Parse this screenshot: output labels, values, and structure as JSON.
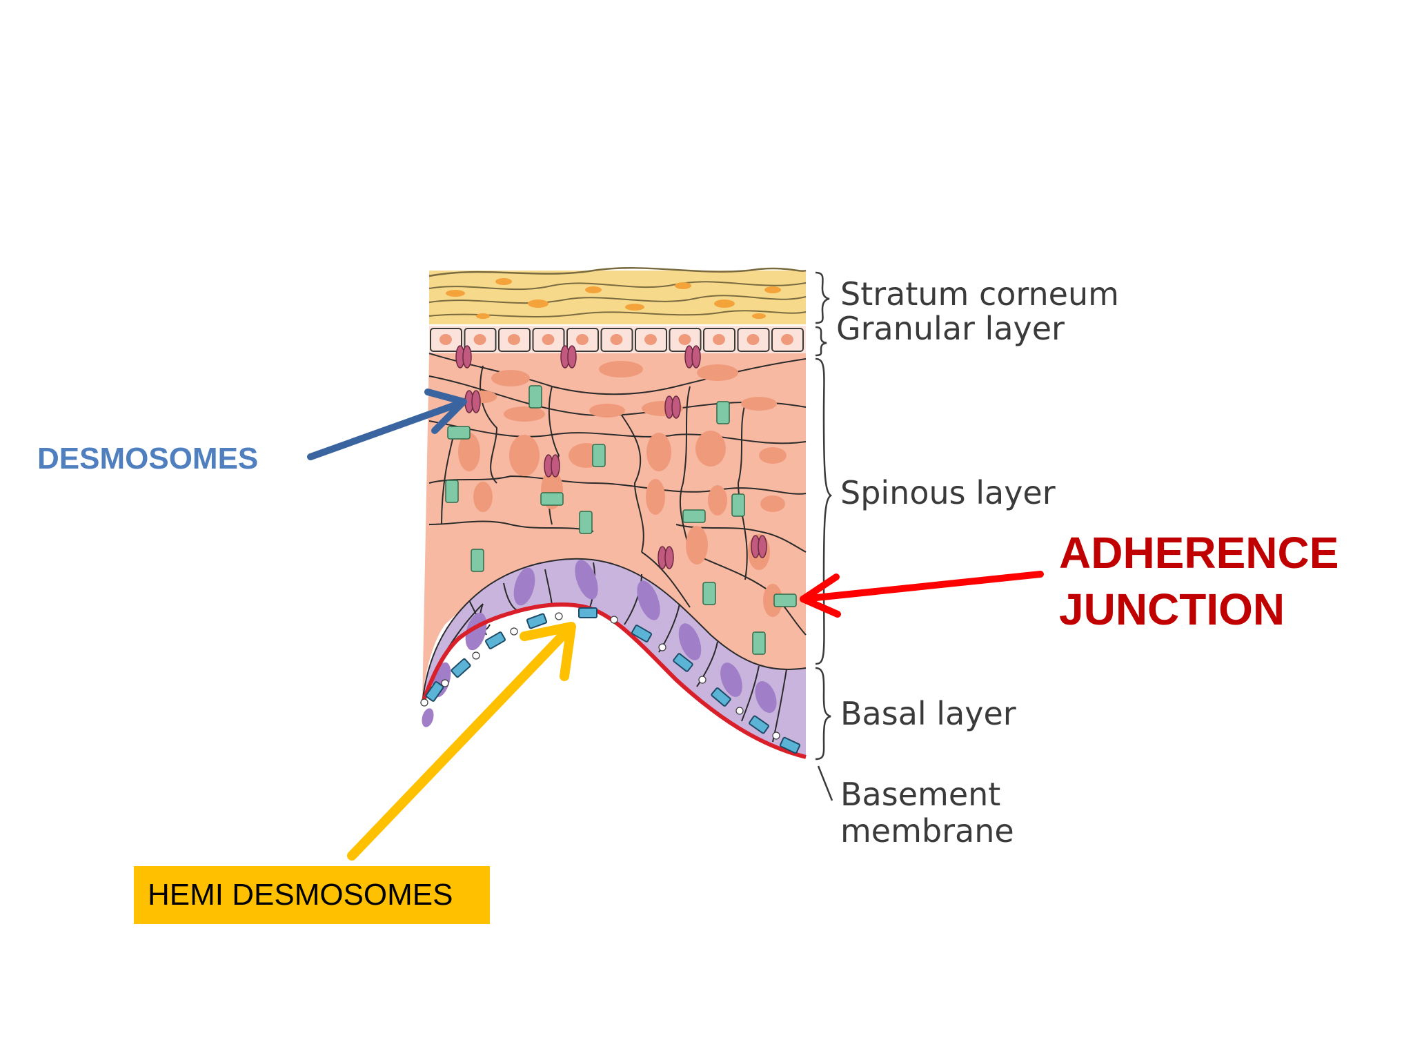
{
  "layers": {
    "stratum_corneum": "Stratum corneum",
    "granular": "Granular layer",
    "spinous": "Spinous layer",
    "basal": "Basal layer",
    "basement_line1": "Basement",
    "basement_line2": "membrane"
  },
  "annotations": {
    "desmosomes": "DESMOSOMES",
    "adherence_line1": "ADHERENCE",
    "adherence_line2": "JUNCTION",
    "hemidesmosomes": "HEMI DESMOSOMES"
  },
  "colors": {
    "desmosome_arrow": "#3a64a0",
    "adherence_arrow": "#ff0000",
    "hemidesmosome_arrow": "#ffc000",
    "corneum": "#f6d98a",
    "spinous_cell": "#f7b9a2",
    "spinous_nucleus": "#f09a7c",
    "basal_cell": "#c9b4de",
    "basal_nucleus": "#a07ec8",
    "desmosome": "#c25a80",
    "adherence": "#7fc9a6",
    "basement": "#d81f2a"
  },
  "icons": {
    "brace": "curly-brace"
  }
}
